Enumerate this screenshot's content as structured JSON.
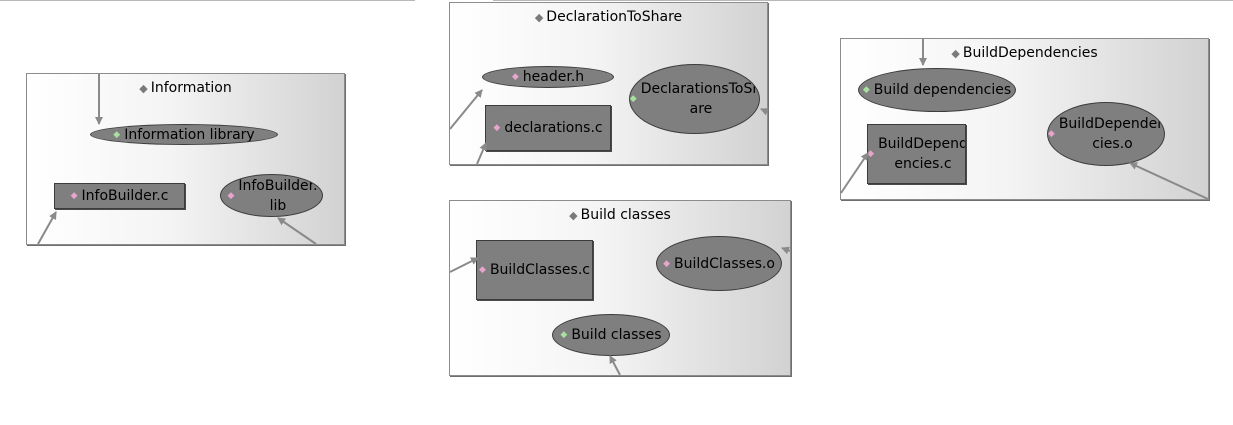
{
  "groups": {
    "information": {
      "title": "Information",
      "library_node": "Information library",
      "source_node": "InfoBuilder.c",
      "output_node": "InfoBuilder.\nlib"
    },
    "declaration_to_share": {
      "title": "DeclarationToShare",
      "header_node": "header.h",
      "source_node": "declarations.c",
      "output_node": "DeclarationsToSh\nare"
    },
    "build_dependencies": {
      "title": "BuildDependencies",
      "group_node": "Build dependencies",
      "source_node": "BuildDepend\nencies.c",
      "output_node": "BuildDependen\ncies.o"
    },
    "build_classes": {
      "title": "Build classes",
      "source_node": "BuildClasses.c",
      "output_node": "BuildClasses.o",
      "group_node": "Build classes"
    }
  },
  "colors": {
    "node_fill": "#7f7f7f",
    "group_gradient_end": "#d2d2d2",
    "connector": "#8a8a8a",
    "file_icon": "#e8a4cc",
    "group_icon": "#a8e0a0"
  },
  "icons": {
    "group_title": "diamond-icon",
    "file_node": "file-marker-icon",
    "group_node": "group-marker-icon"
  }
}
